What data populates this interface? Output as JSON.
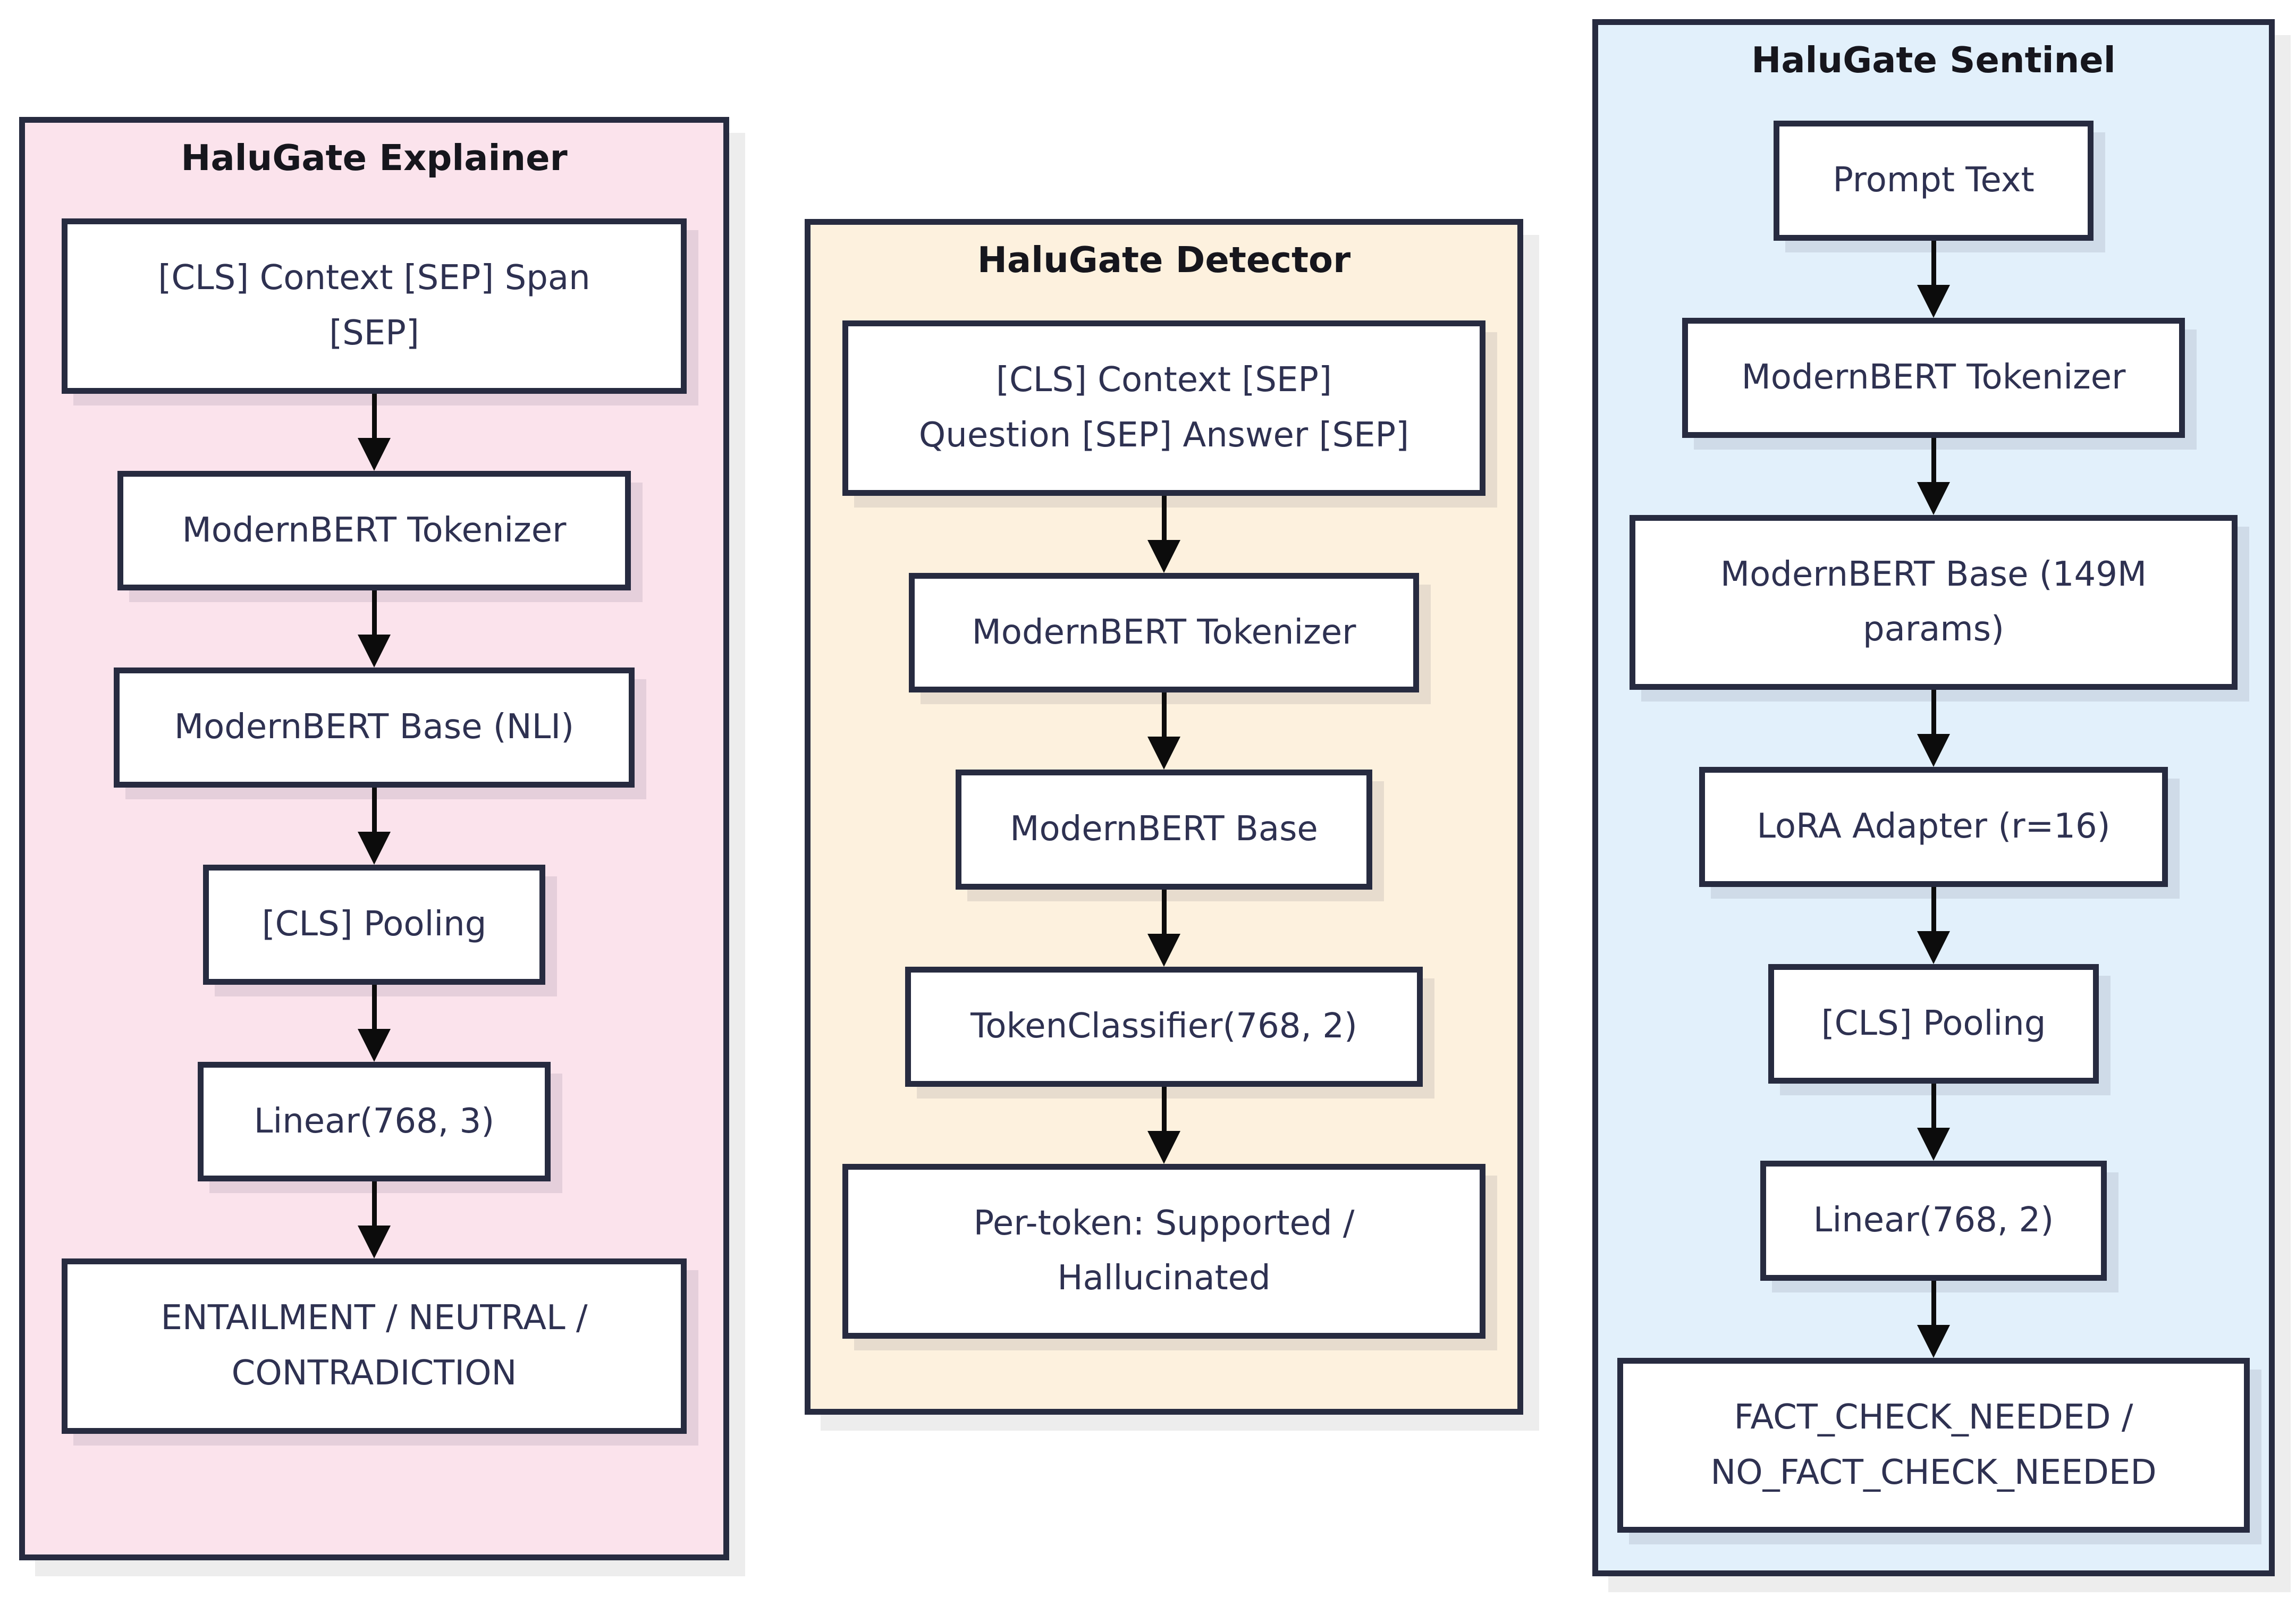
{
  "diagram": {
    "panels": [
      {
        "title": "HaluGate Explainer",
        "bg_color": "#fbe3ec",
        "nodes": [
          "[CLS] Context [SEP] Span\n[SEP]",
          "ModernBERT Tokenizer",
          "ModernBERT Base (NLI)",
          "[CLS] Pooling",
          "Linear(768, 3)",
          "ENTAILMENT / NEUTRAL /\nCONTRADICTION"
        ]
      },
      {
        "title": "HaluGate Detector",
        "bg_color": "#fdf1de",
        "nodes": [
          "[CLS] Context [SEP]\nQuestion [SEP] Answer [SEP]",
          "ModernBERT Tokenizer",
          "ModernBERT Base",
          "TokenClassifier(768, 2)",
          "Per-token: Supported /\nHallucinated"
        ]
      },
      {
        "title": "HaluGate Sentinel",
        "bg_color": "#e2f0fb",
        "nodes": [
          "Prompt Text",
          "ModernBERT Tokenizer",
          "ModernBERT Base (149M\nparams)",
          "LoRA Adapter (r=16)",
          "[CLS] Pooling",
          "Linear(768, 2)",
          "FACT_CHECK_NEEDED /\nNO_FACT_CHECK_NEEDED"
        ]
      }
    ],
    "colors": {
      "page_background": "#ffffff",
      "panel_border": "#272b40",
      "node_background": "#ffffff",
      "node_border": "#272b40",
      "node_text": "#2e3151",
      "title_text": "#16161d",
      "arrow": "#0c0c0c",
      "panel_shadow": "#ededed",
      "explainer_bg": "#fbe3ec",
      "detector_bg": "#fdf1de",
      "sentinel_bg": "#e2f0fb"
    }
  }
}
